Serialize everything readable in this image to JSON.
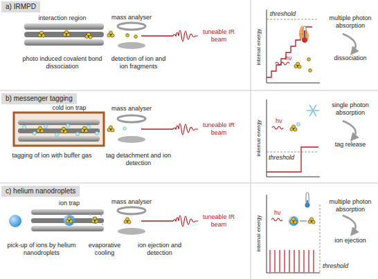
{
  "diagram": {
    "nodes": [
      {
        "text": [
          "a) IRMPD"
        ]
      },
      {
        "text": [
          "b) messenger tagging"
        ]
      },
      {
        "text": [
          "c) helium nanodroplets"
        ]
      }
    ],
    "labels": [
      "interaction region",
      "mass analyser",
      "tuneable IR beam",
      "photo induced covalent bond dissociation",
      "detection of ion and ion fragments",
      "internal energy",
      "threshold",
      "hν",
      "multiple photon absorption",
      "dissociation",
      "cold ion trap",
      "mass analyser",
      "tuneable IR beam",
      "tagging of ion with buffer gas",
      "tag detachment and ion detection",
      "internal energy",
      "threshold",
      "hν",
      "single photon absorption",
      "tag release",
      "ion trap",
      "mass analyser",
      "tuneable IR beam",
      "pick-up of ions by helium nanodroplets",
      "evaporative cooling",
      "ion ejection and detection",
      "internal energy",
      "threshold",
      "hν",
      "multiple photon absorption",
      "ion ejection"
    ]
  }
}
